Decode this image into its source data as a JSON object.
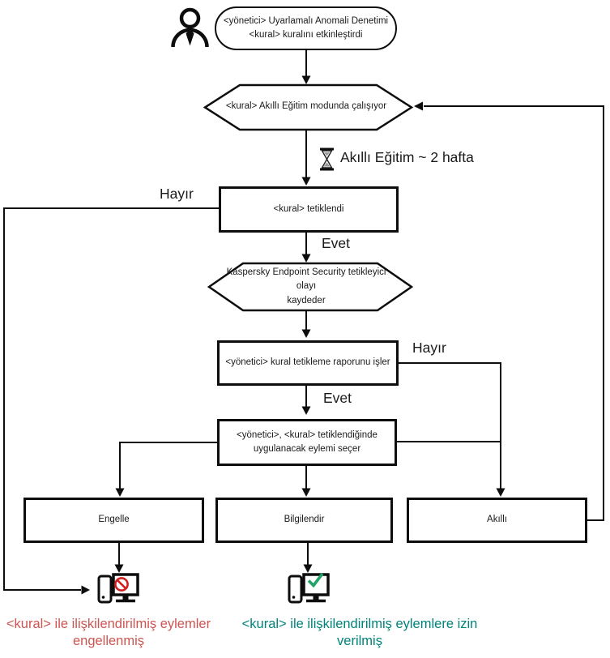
{
  "colors": {
    "line": "#0d0d0d",
    "blocked_caption_text": "#cd5551",
    "allowed_caption_text": "#00837a",
    "prohibition_sign": "#d21f1f",
    "checkmark": "#21a366"
  },
  "icons": {
    "user": "user-icon",
    "hourglass": "hourglass-icon",
    "blocked_computer": "computer-with-prohibition-icon",
    "allowed_computer": "computer-with-checkmark-icon"
  },
  "nodes": {
    "start": {
      "line1": "<yönetici> Uyarlamalı Anomali Denetimi",
      "line2": "<kural> kuralını etkinleştirdi"
    },
    "smart_training": {
      "label": "<kural> Akıllı Eğitim modunda çalışıyor"
    },
    "training_duration": {
      "label": "Akıllı Eğitim ~ 2 hafta"
    },
    "rule_triggered": {
      "label": "<kural> tetiklendi"
    },
    "kes_logs_event": {
      "line1": "Kaspersky Endpoint Security tetikleyici olayı",
      "line2": "kaydeder"
    },
    "admin_processes_report": {
      "label": "<yönetici> kural tetikleme raporunu işler"
    },
    "admin_selects_action": {
      "line1": "<yönetici>, <kural> tetiklendiğinde",
      "line2": "uygulanacak eylemi seçer"
    },
    "action_block": {
      "label": "Engelle"
    },
    "action_inform": {
      "label": "Bilgilendir"
    },
    "action_smart": {
      "label": "Akıllı"
    }
  },
  "edge_labels": {
    "rule_no": "Hayır",
    "rule_yes": "Evet",
    "report_no": "Hayır",
    "report_yes": "Evet"
  },
  "captions": {
    "blocked": {
      "line1": "<kural> ile ilişkilendirilmiş eylemler",
      "line2": "engellenmiş"
    },
    "allowed": {
      "line1": "<kural> ile ilişkilendirilmiş eylemlere izin",
      "line2": "verilmiş"
    }
  }
}
